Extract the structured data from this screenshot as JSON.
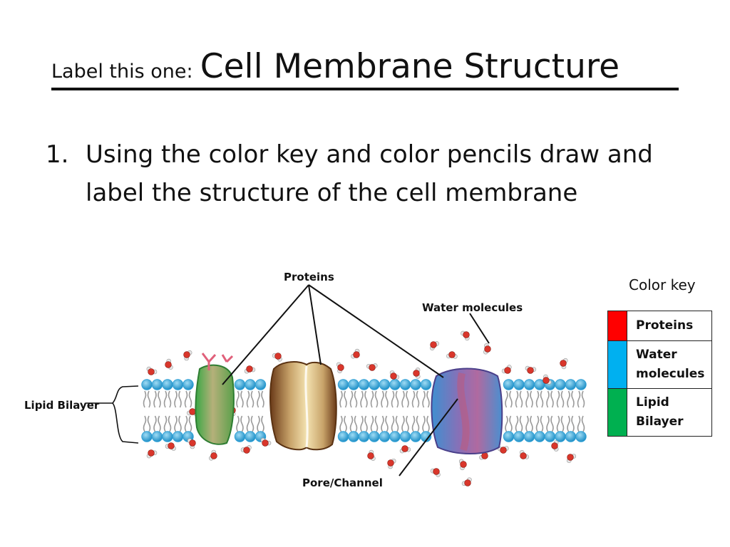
{
  "title": {
    "prefix": "Label this one:",
    "main": "Cell Membrane Structure"
  },
  "instruction": {
    "number": "1.",
    "text": "Using the color key and color pencils draw and label the structure of the cell membrane"
  },
  "diagram": {
    "labels": {
      "proteins": "Proteins",
      "water_molecules": "Water molecules",
      "lipid_bilayer": "Lipid Bilayer",
      "pore_channel": "Pore/Channel"
    },
    "colors": {
      "lipid_head": "#2a9fd6",
      "lipid_tail": "#9a9a9a",
      "water_oxygen": "#d9362b",
      "water_hydrogen": "#e6e6e6",
      "protein_green": "#8fae6a",
      "protein_brown": "#7a4a22",
      "protein_purple": "#7a5aa6"
    }
  },
  "color_key": {
    "title": "Color key",
    "rows": [
      {
        "label": "Proteins",
        "color": "#ff0000"
      },
      {
        "label": "Water molecules",
        "color": "#00b0f0"
      },
      {
        "label": "Lipid Bilayer",
        "color": "#00b050"
      }
    ]
  }
}
